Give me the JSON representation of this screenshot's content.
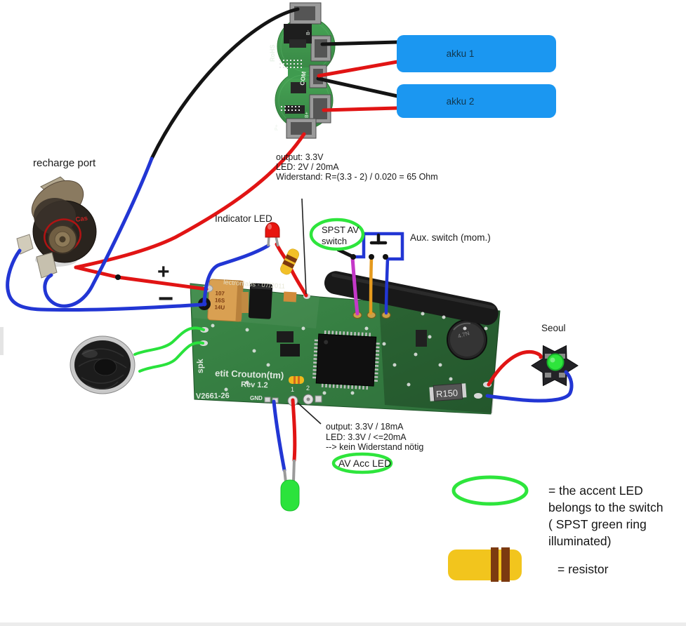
{
  "labels": {
    "recharge_port": "recharge port",
    "indicator_led": "Indicator LED",
    "spst_switch": "SPST AV\nswitch",
    "aux_switch": "Aux. switch (mom.)",
    "seoul": "Seoul",
    "av_acc_led": "AV Acc LED",
    "akku1": "akku 1",
    "akku2": "akku 2",
    "plus": "+",
    "minus": "−"
  },
  "notes": {
    "top": "output: 3.3V\nLED: 2V / 20mA\nWiderstand: R=(3.3 - 2) / 0.020 = 65 Ohm",
    "bottom": "output: 3.3V / 18mA\nLED: 3.3V / <=20mA\n--> kein Widerstand nötig"
  },
  "legend": {
    "accent": "= the accent LED\nbelongs to the switch\n( SPST green ring\nilluminated)",
    "resistor": "= resistor"
  },
  "pcb_text": {
    "protection": {
      "rohs": "RoHS",
      "com": "COM",
      "b_minus": "B-",
      "b_plus": "B+",
      "p_plus": "P+"
    },
    "main": {
      "maker": "lectronlabs - 07/2011",
      "name": "etit Crouton(tm)",
      "rev": "Rev 1.2",
      "version": "V2661-26",
      "spk": "spk",
      "gnd": "GND",
      "pad1": "1",
      "pad2": "2",
      "r150": "R150",
      "cap": "4.7N",
      "tant": [
        "107",
        "16S",
        "14U"
      ]
    },
    "jack_mark": "Cas"
  },
  "colors": {
    "wire_red": "#e11414",
    "wire_blue": "#2236d4",
    "wire_black": "#141414",
    "wire_green": "#29e23c",
    "wire_orange": "#e59a1e",
    "wire_magenta": "#c438c8",
    "akku_fill": "#1b97f1",
    "accent_green": "#2ee53c",
    "resistor_yellow": "#f2c51d",
    "resistor_band": "#7c3a10"
  }
}
